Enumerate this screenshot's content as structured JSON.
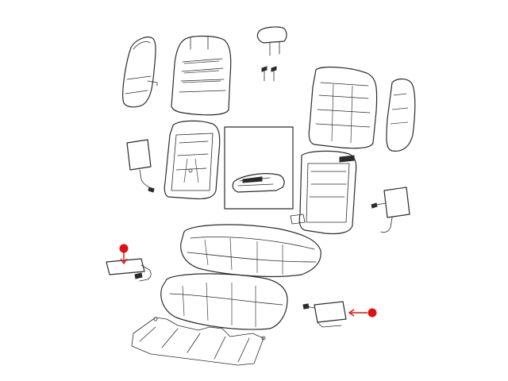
{
  "figure": {
    "callout_color": "#e01010",
    "line_color": "#2b2b2b",
    "background": "#ffffff",
    "callouts": [
      {
        "name": "left-seat-cushion-heater-callout",
        "direction": "down"
      },
      {
        "name": "right-seat-cushion-heater-callout",
        "direction": "left"
      }
    ]
  }
}
